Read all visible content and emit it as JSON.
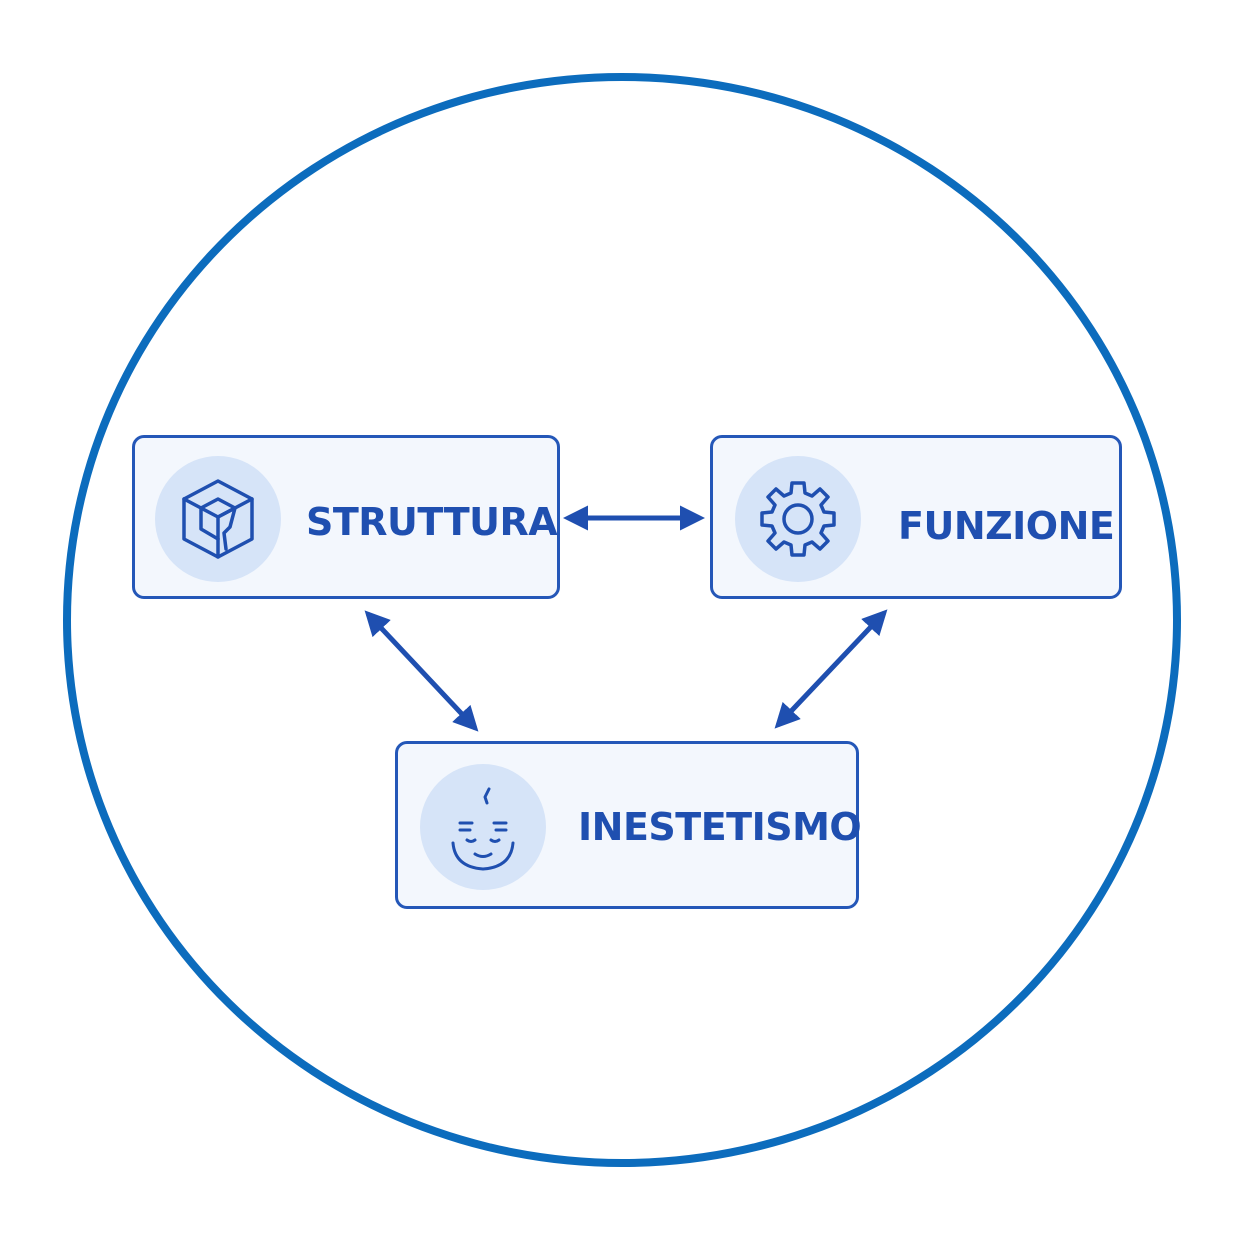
{
  "diagram": {
    "nodes": [
      {
        "id": "struttura",
        "label": "STRUTTURA",
        "icon": "cube-icon"
      },
      {
        "id": "funzione",
        "label": "FUNZIONE",
        "icon": "gear-icon"
      },
      {
        "id": "inestetismo",
        "label": "INESTETISMO",
        "icon": "face-icon"
      }
    ],
    "links": [
      {
        "from": "struttura",
        "to": "funzione",
        "direction": "both"
      },
      {
        "from": "struttura",
        "to": "inestetismo",
        "direction": "both"
      },
      {
        "from": "funzione",
        "to": "inestetismo",
        "direction": "both"
      }
    ]
  },
  "colors": {
    "ring": "#0c6cbd",
    "node_border": "#2457b8",
    "node_fill": "#f3f7fd",
    "badge_fill": "#d6e4f8",
    "label": "#1f4fb0",
    "arrow": "#1f4fb0"
  }
}
